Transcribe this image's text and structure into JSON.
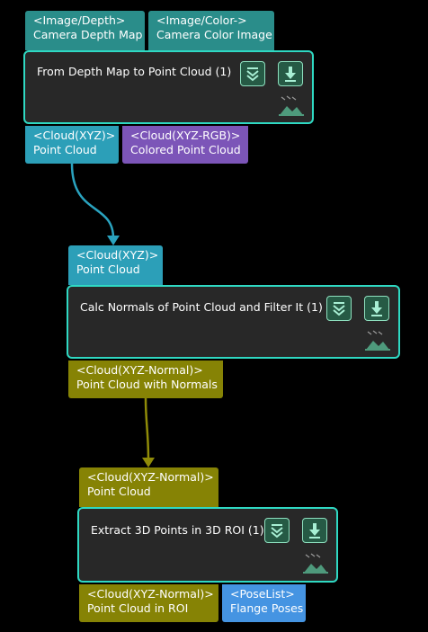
{
  "colors": {
    "canvas_bg": "#000000",
    "node_bg": "#282828",
    "node_border": "#2fd9c3",
    "port_image": "#2a8d8a",
    "port_cloud_xyz": "#2c9fb8",
    "port_cloud_rgb": "#7c55b8",
    "port_cloud_normal": "#868305",
    "port_pose_list": "#4594e2",
    "wire_teal": "#2aa3bf",
    "wire_olive": "#8f8b08"
  },
  "nodes": [
    {
      "title": "From Depth Map to Point Cloud (1)",
      "inputs": [
        {
          "type": "<Image/Depth>",
          "name": "Camera Depth Map"
        },
        {
          "type": "<Image/Color->",
          "name": "Camera Color Image"
        }
      ],
      "outputs": [
        {
          "type": "<Cloud(XYZ)>",
          "name": "Point Cloud"
        },
        {
          "type": "<Cloud(XYZ-RGB)>",
          "name": "Colored Point Cloud"
        }
      ],
      "icons": [
        "collapse-chevron-icon",
        "download-arrow-icon",
        "preview-image-icon"
      ]
    },
    {
      "title": "Calc Normals of Point Cloud and Filter It (1)",
      "inputs": [
        {
          "type": "<Cloud(XYZ)>",
          "name": "Point Cloud"
        }
      ],
      "outputs": [
        {
          "type": "<Cloud(XYZ-Normal)>",
          "name": "Point Cloud with Normals"
        }
      ],
      "icons": [
        "collapse-chevron-icon",
        "download-arrow-icon",
        "preview-image-icon"
      ]
    },
    {
      "title": "Extract 3D Points in 3D ROI (1)",
      "inputs": [
        {
          "type": "<Cloud(XYZ-Normal)>",
          "name": "Point Cloud"
        }
      ],
      "outputs": [
        {
          "type": "<Cloud(XYZ-Normal)>",
          "name": "Point Cloud in ROI"
        },
        {
          "type": "<PoseList>",
          "name": "Flange Poses"
        }
      ],
      "icons": [
        "collapse-chevron-icon",
        "download-arrow-icon",
        "preview-image-icon"
      ]
    }
  ]
}
